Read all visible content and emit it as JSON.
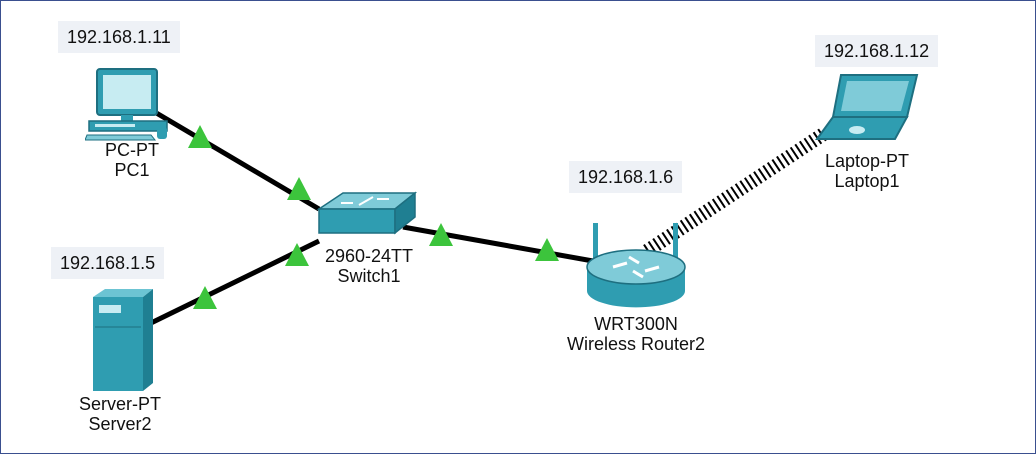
{
  "devices": {
    "pc1": {
      "ip": "192.168.1.11",
      "model": "PC-PT",
      "name": "PC1",
      "icon": "pc-icon"
    },
    "switch1": {
      "model": "2960-24TT",
      "name": "Switch1",
      "icon": "switch-icon"
    },
    "server2": {
      "ip": "192.168.1.5",
      "model": "Server-PT",
      "name": "Server2",
      "icon": "server-icon"
    },
    "router2": {
      "ip": "192.168.1.6",
      "model": "WRT300N",
      "name": "Wireless Router2",
      "icon": "router-icon"
    },
    "laptop1": {
      "ip": "192.168.1.12",
      "model": "Laptop-PT",
      "name": "Laptop1",
      "icon": "laptop-icon"
    }
  },
  "links": [
    {
      "from": "PC1",
      "to": "Switch1",
      "type": "wired",
      "status": "up"
    },
    {
      "from": "Server2",
      "to": "Switch1",
      "type": "wired",
      "status": "up"
    },
    {
      "from": "Switch1",
      "to": "Wireless Router2",
      "type": "wired",
      "status": "up"
    },
    {
      "from": "Wireless Router2",
      "to": "Laptop1",
      "type": "wireless"
    }
  ],
  "colors": {
    "link": "#000000",
    "link_up": "#3cc43c",
    "ip_bg": "#eef1f6",
    "device": "#2f9db1",
    "border": "#3a4f8f"
  }
}
